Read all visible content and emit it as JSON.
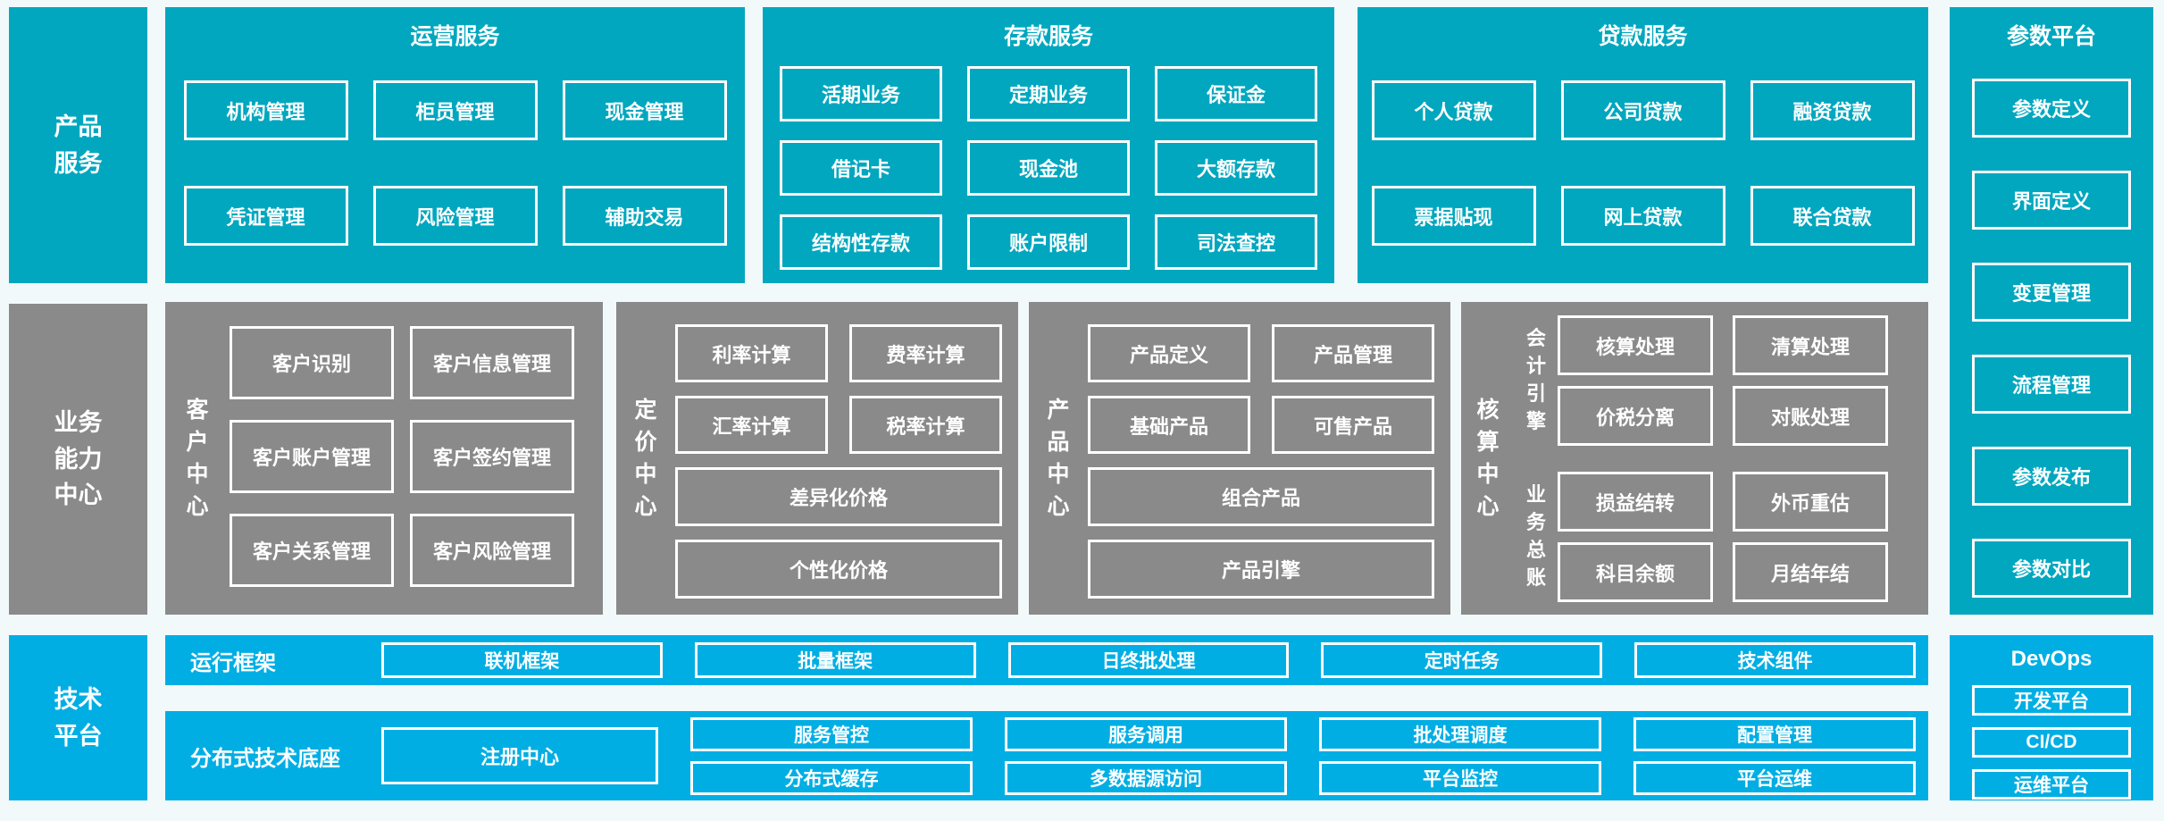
{
  "palette": {
    "teal": "#00A7BF",
    "gray": "#8A8A8A",
    "blue": "#00AEE4",
    "background": "#F2F9FB",
    "box_border": "#FFFFFF"
  },
  "rails": {
    "product": "产品\n服务",
    "capability": "业务\n能力\n中心",
    "tech": "技术\n平台"
  },
  "operations": {
    "title": "运营服务",
    "items": [
      "机构管理",
      "柜员管理",
      "现金管理",
      "凭证管理",
      "风险管理",
      "辅助交易"
    ]
  },
  "deposit": {
    "title": "存款服务",
    "items": [
      "活期业务",
      "定期业务",
      "保证金",
      "借记卡",
      "现金池",
      "大额存款",
      "结构性存款",
      "账户限制",
      "司法查控"
    ]
  },
  "loan": {
    "title": "贷款服务",
    "items": [
      "个人贷款",
      "公司贷款",
      "融资贷款",
      "票据贴现",
      "网上贷款",
      "联合贷款"
    ]
  },
  "param_platform": {
    "title": "参数平台",
    "items": [
      "参数定义",
      "界面定义",
      "变更管理",
      "流程管理",
      "参数发布",
      "参数对比"
    ]
  },
  "customer_center": {
    "label": "客户中心",
    "items": [
      "客户识别",
      "客户信息管理",
      "客户账户管理",
      "客户签约管理",
      "客户关系管理",
      "客户风险管理"
    ]
  },
  "pricing_center": {
    "label": "定价中心",
    "pairs": [
      "利率计算",
      "费率计算",
      "汇率计算",
      "税率计算"
    ],
    "wide": [
      "差异化价格",
      "个性化价格"
    ]
  },
  "product_center": {
    "label": "产品中心",
    "pairs": [
      "产品定义",
      "产品管理",
      "基础产品",
      "可售产品"
    ],
    "wide": [
      "组合产品",
      "产品引擎"
    ]
  },
  "accounting_center": {
    "label": "核算中心",
    "groups": [
      {
        "label": "会计引擎",
        "items": [
          "核算处理",
          "清算处理",
          "价税分离",
          "对账处理"
        ]
      },
      {
        "label": "业务总账",
        "items": [
          "损益结转",
          "外币重估",
          "科目余额",
          "月结年结"
        ]
      }
    ]
  },
  "runtime": {
    "label": "运行框架",
    "items": [
      "联机框架",
      "批量框架",
      "日终批处理",
      "定时任务",
      "技术组件"
    ]
  },
  "distributed": {
    "label": "分布式技术底座",
    "registry": "注册中心",
    "row1": [
      "服务管控",
      "服务调用",
      "批处理调度",
      "配置管理"
    ],
    "row2": [
      "分布式缓存",
      "多数据源访问",
      "平台监控",
      "平台运维"
    ]
  },
  "devops": {
    "title": "DevOps",
    "items": [
      "开发平台",
      "CI/CD",
      "运维平台"
    ]
  }
}
